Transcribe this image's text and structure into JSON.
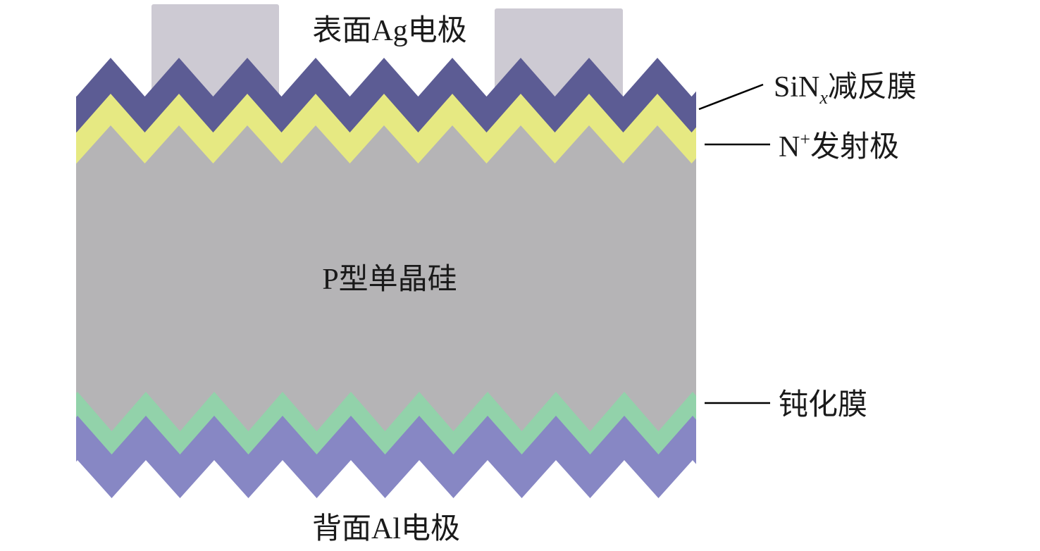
{
  "labels": {
    "front_electrode": "表面Ag电极",
    "arc_prefix": "SiN",
    "arc_sub": "x",
    "arc_suffix": "减反膜",
    "emitter_prefix": "N",
    "emitter_sup": "+",
    "emitter_suffix": "发射极",
    "substrate": "P型单晶硅",
    "passivation": "钝化膜",
    "back_electrode": "背面Al电极"
  },
  "colors": {
    "front_electrode": "#cdcad3",
    "arc_layer": "#5c5c94",
    "emitter_layer": "#e6e982",
    "substrate": "#b5b4b6",
    "passivation": "#92d2aa",
    "back_electrode": "#8787c4",
    "leader_line": "#000000"
  }
}
